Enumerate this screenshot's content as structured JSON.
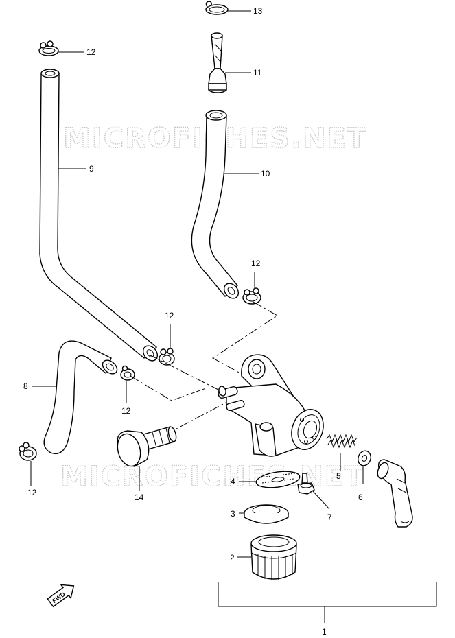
{
  "watermark": "MICROFICHES.NET",
  "fwd_label": "FWD",
  "parts": [
    {
      "id": "p1",
      "label": "1"
    },
    {
      "id": "p2",
      "label": "2"
    },
    {
      "id": "p3",
      "label": "3"
    },
    {
      "id": "p4",
      "label": "4"
    },
    {
      "id": "p5",
      "label": "5"
    },
    {
      "id": "p6",
      "label": "6"
    },
    {
      "id": "p7",
      "label": "7"
    },
    {
      "id": "p8",
      "label": "8"
    },
    {
      "id": "p9",
      "label": "9"
    },
    {
      "id": "p10",
      "label": "10"
    },
    {
      "id": "p11",
      "label": "11"
    },
    {
      "id": "p12a",
      "label": "12"
    },
    {
      "id": "p12b",
      "label": "12"
    },
    {
      "id": "p12c",
      "label": "12"
    },
    {
      "id": "p12d",
      "label": "12"
    },
    {
      "id": "p12e",
      "label": "12"
    },
    {
      "id": "p13",
      "label": "13"
    },
    {
      "id": "p14",
      "label": "14"
    }
  ]
}
